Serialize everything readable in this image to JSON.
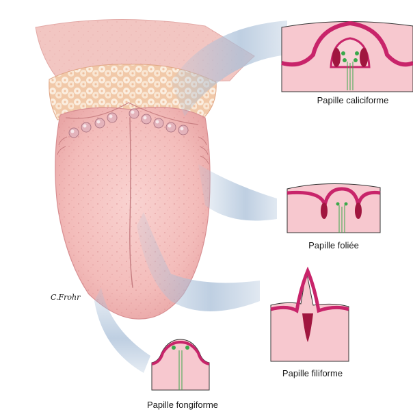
{
  "labels": {
    "circumvallate": "Papille caliciforme",
    "foliate": "Papille foliée",
    "filiform": "Papille filiforme",
    "fungiform": "Papille fongiforme"
  },
  "signature": "C.Frohr",
  "colors": {
    "tongue_pink": "#f6c6c4",
    "tongue_dark": "#e8a3a3",
    "root_pink": "#f0c0bc",
    "tonsil_cream": "#f7dcc6",
    "epithelium_magenta": "#c8246a",
    "tissue_light": "#f7c8cf",
    "nerve_green": "#3aa84a",
    "callout_blue": "#a9bfd8"
  }
}
